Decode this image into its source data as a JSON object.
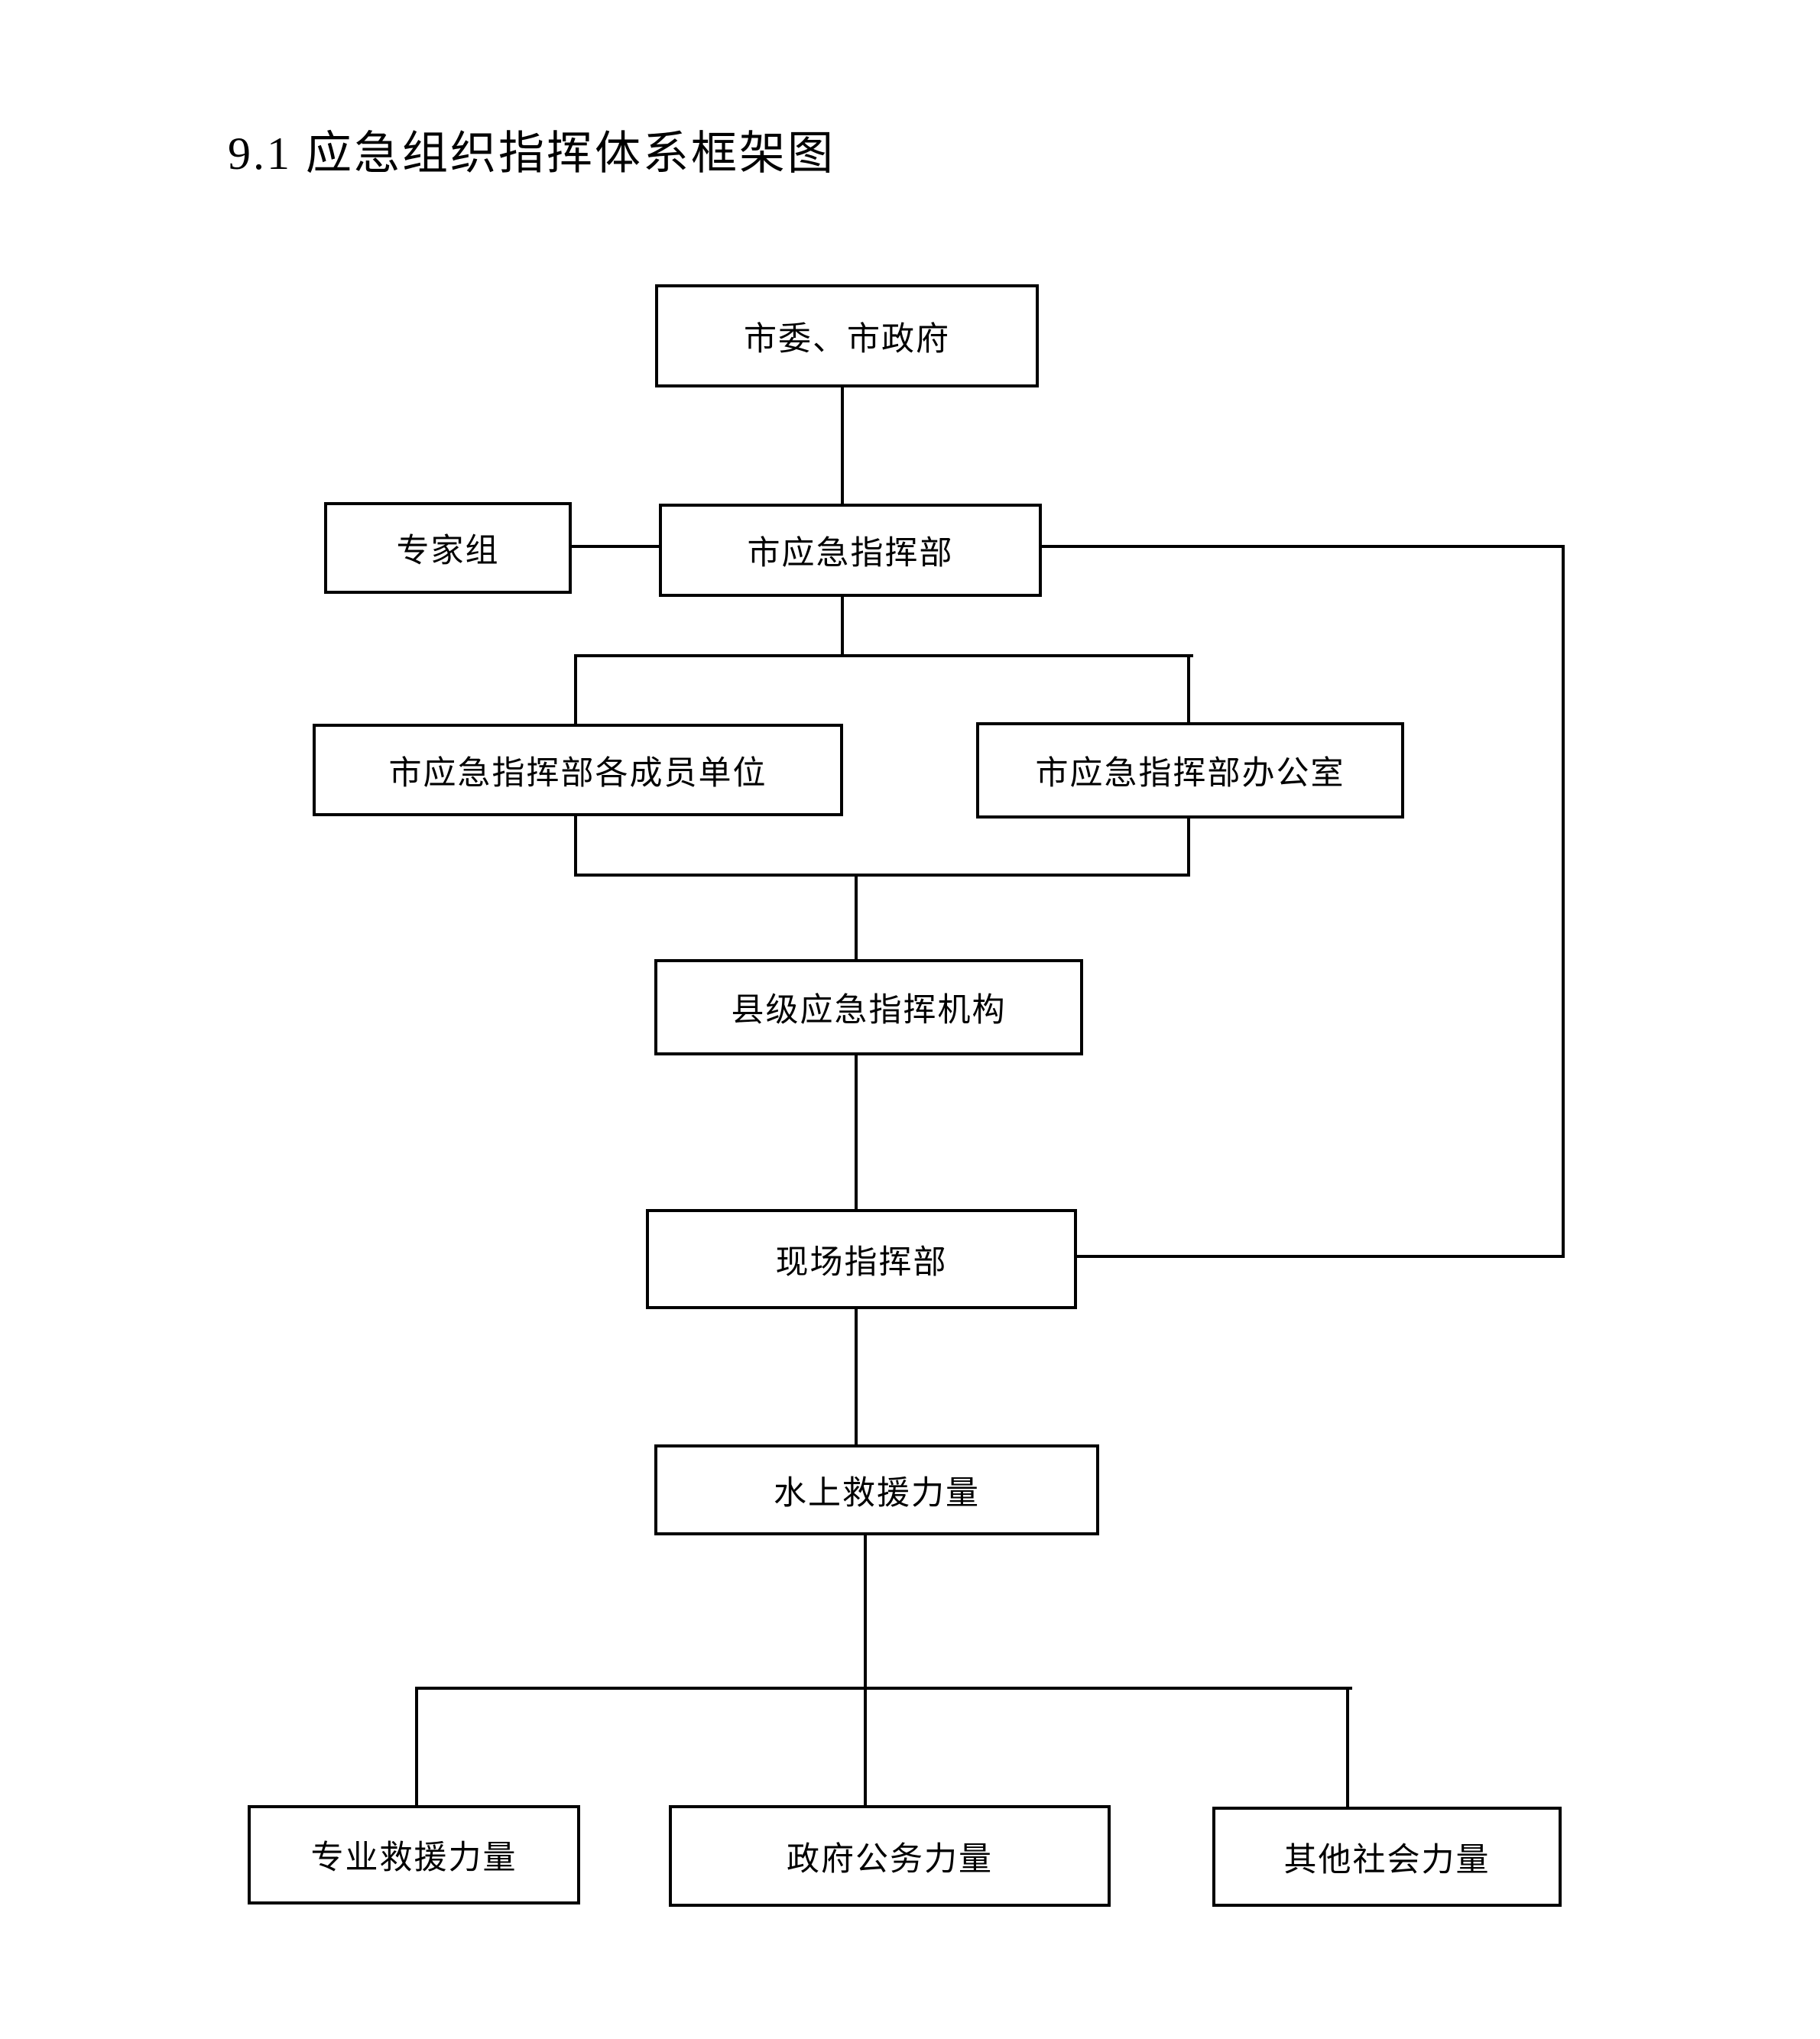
{
  "page": {
    "title": "9.1 应急组织指挥体系框架图"
  },
  "diagram": {
    "nodes": [
      {
        "label": "市委、市政府"
      },
      {
        "label": "专家组"
      },
      {
        "label": "市应急指挥部"
      },
      {
        "label": "市应急指挥部各成员单位"
      },
      {
        "label": "市应急指挥部办公室"
      },
      {
        "label": "县级应急指挥机构"
      },
      {
        "label": "现场指挥部"
      },
      {
        "label": "水上救援力量"
      },
      {
        "label": "专业救援力量"
      },
      {
        "label": "政府公务力量"
      },
      {
        "label": "其他社会力量"
      }
    ],
    "edges": [
      {
        "from": "市委、市政府",
        "to": "市应急指挥部"
      },
      {
        "from": "专家组",
        "to": "市应急指挥部"
      },
      {
        "from": "市应急指挥部",
        "to": "市应急指挥部各成员单位"
      },
      {
        "from": "市应急指挥部",
        "to": "市应急指挥部办公室"
      },
      {
        "from": "市应急指挥部各成员单位",
        "to": "县级应急指挥机构"
      },
      {
        "from": "市应急指挥部办公室",
        "to": "县级应急指挥机构"
      },
      {
        "from": "市应急指挥部",
        "to": "现场指挥部"
      },
      {
        "from": "县级应急指挥机构",
        "to": "现场指挥部"
      },
      {
        "from": "现场指挥部",
        "to": "水上救援力量"
      },
      {
        "from": "水上救援力量",
        "to": "专业救援力量"
      },
      {
        "from": "水上救援力量",
        "to": "政府公务力量"
      },
      {
        "from": "水上救援力量",
        "to": "其他社会力量"
      }
    ]
  }
}
